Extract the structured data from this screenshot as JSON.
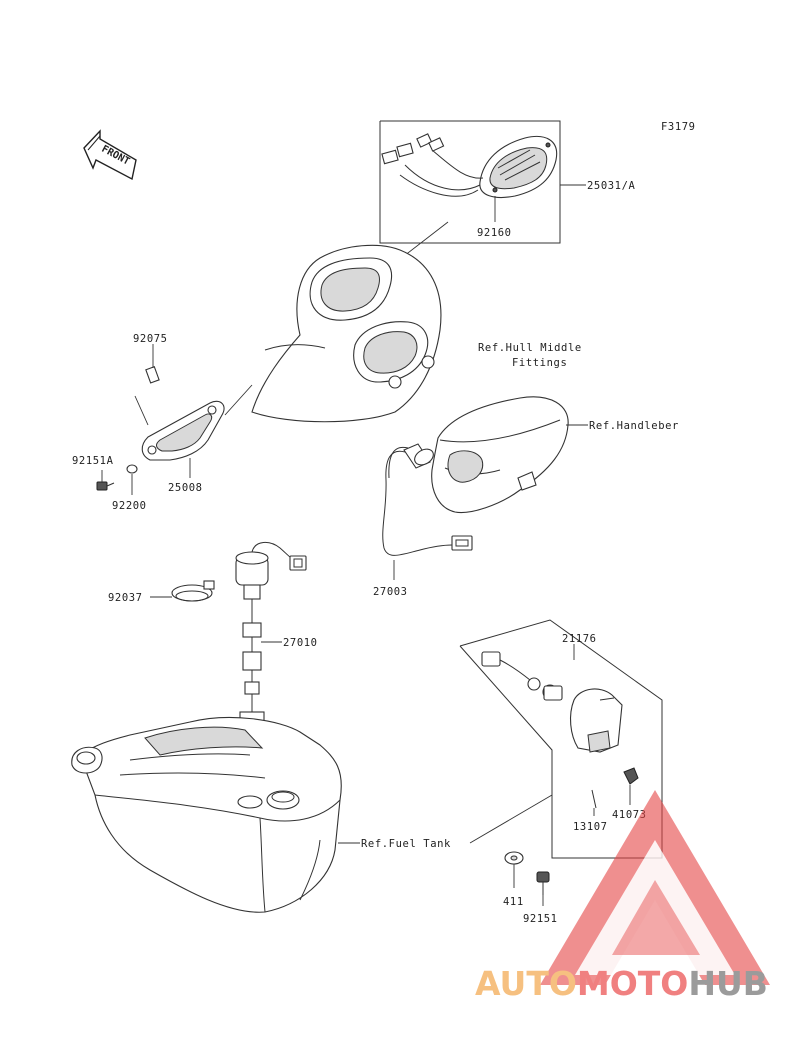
{
  "diagram_code": "F3179",
  "front_arrow_label": "FRONT",
  "parts": {
    "p25031a": "25031/A",
    "p92160": "92160",
    "p92075": "92075",
    "p92151a": "92151A",
    "p92200": "92200",
    "p25008": "25008",
    "p27003": "27003",
    "p92037": "92037",
    "p27010": "27010",
    "p21176": "21176",
    "p41073": "41073",
    "p13107": "13107",
    "p411": "411",
    "p92151": "92151"
  },
  "references": {
    "hull_line1": "Ref.Hull Middle",
    "hull_line2": "Fittings",
    "handlebar": "Ref.Handleber",
    "fuel_tank": "Ref.Fuel Tank"
  },
  "watermark": {
    "part1": "AUTO",
    "part2": "MOTO",
    "part3": "HUB",
    "color1": "#f5b66a",
    "color2": "#ee6b6b",
    "color3": "#8a8a8a"
  }
}
